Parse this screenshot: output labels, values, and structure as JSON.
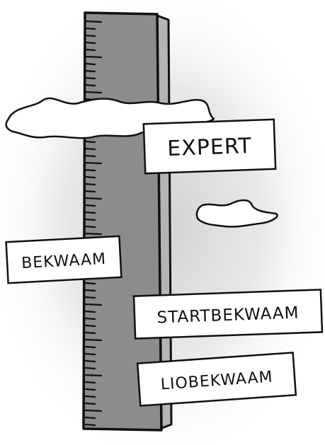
{
  "signs": {
    "expert": "EXPERT",
    "bekwaam": "BEKWAAM",
    "startbekwaam": "STARTBEKWAAM",
    "lio_bekwaam": "LIOBEKWAAM"
  },
  "colors": {
    "ruler_fill": "#8c8c8c",
    "ruler_side": "#b4b4b4",
    "ink": "#111111",
    "sign_fill": "#ffffff",
    "background_halo": "#d9d9d9"
  }
}
